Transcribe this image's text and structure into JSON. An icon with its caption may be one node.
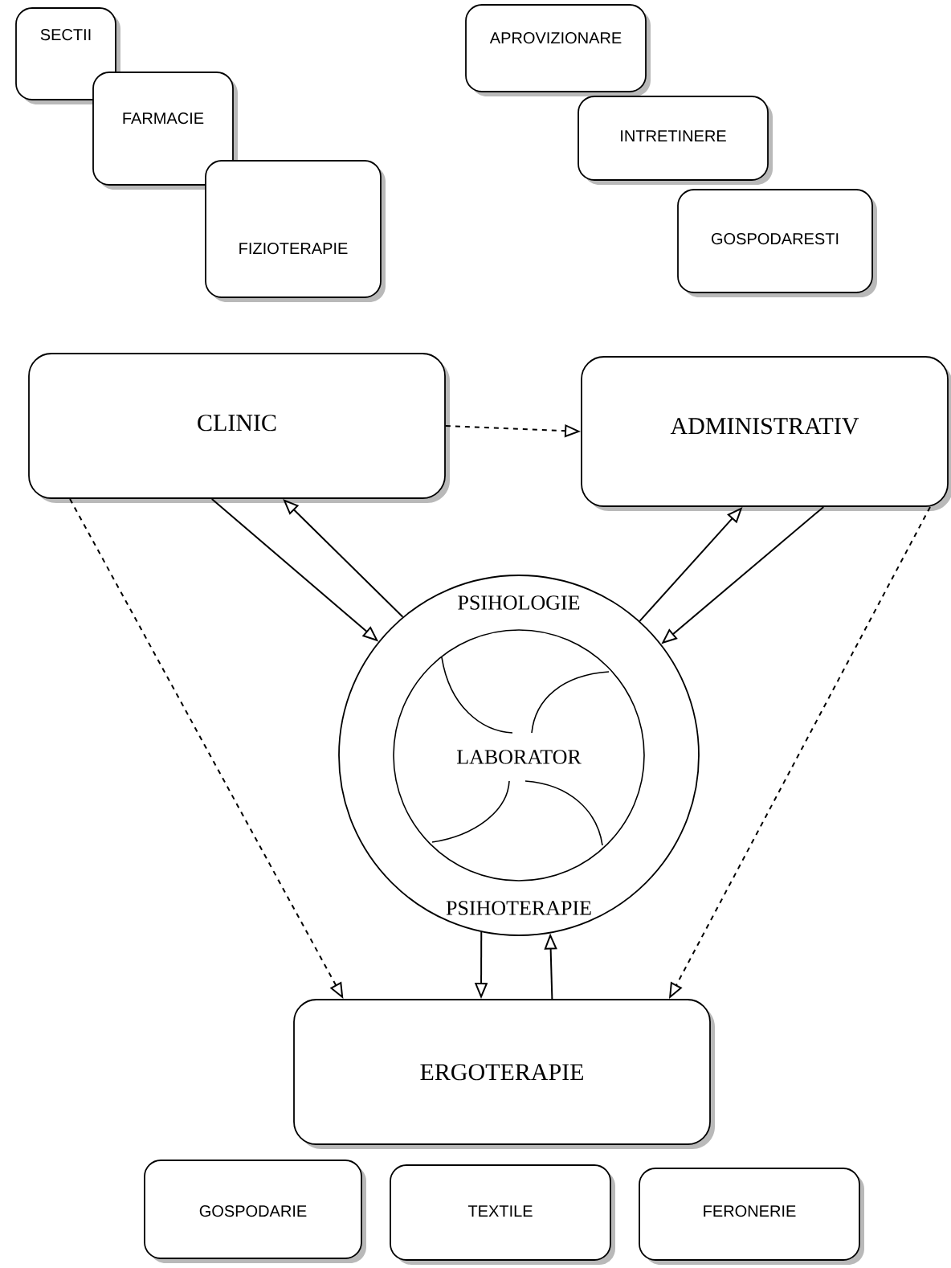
{
  "diagram": {
    "nodes": [
      {
        "text": [
          "SECTII"
        ]
      },
      {
        "text": [
          "FARMACIE"
        ]
      },
      {
        "text": [
          "FIZIOTERAPIE"
        ]
      },
      {
        "text": [
          "APROVIZIONARE"
        ]
      },
      {
        "text": [
          "INTRETINERE"
        ]
      },
      {
        "text": [
          "GOSPODARESTI"
        ]
      },
      {
        "text": [
          "CLINIC"
        ]
      },
      {
        "text": [
          "ADMINISTRATIV"
        ]
      },
      {
        "text": [
          "PSIHOLOGIE",
          "LABORATOR",
          "PSIHOTERAPIE"
        ]
      },
      {
        "text": [
          "ERGOTERAPIE"
        ]
      },
      {
        "text": [
          "GOSPODARIE"
        ]
      },
      {
        "text": [
          "TEXTILE"
        ]
      },
      {
        "text": [
          "FERONERIE"
        ]
      }
    ],
    "edges": [
      {
        "from": 6,
        "to": 7,
        "arrow": "to",
        "style": "dashed"
      },
      {
        "from": 6,
        "to": 8,
        "arrow": "to"
      },
      {
        "from": 8,
        "to": 6,
        "arrow": "to"
      },
      {
        "from": 8,
        "to": 7,
        "arrow": "to"
      },
      {
        "from": 7,
        "to": 8,
        "arrow": "to"
      },
      {
        "from": 6,
        "to": 9,
        "arrow": "to",
        "style": "dashed"
      },
      {
        "from": 7,
        "to": 9,
        "arrow": "to",
        "style": "dashed"
      },
      {
        "from": 8,
        "to": 9,
        "arrow": "to"
      },
      {
        "from": 9,
        "to": 8,
        "arrow": "to"
      }
    ]
  }
}
